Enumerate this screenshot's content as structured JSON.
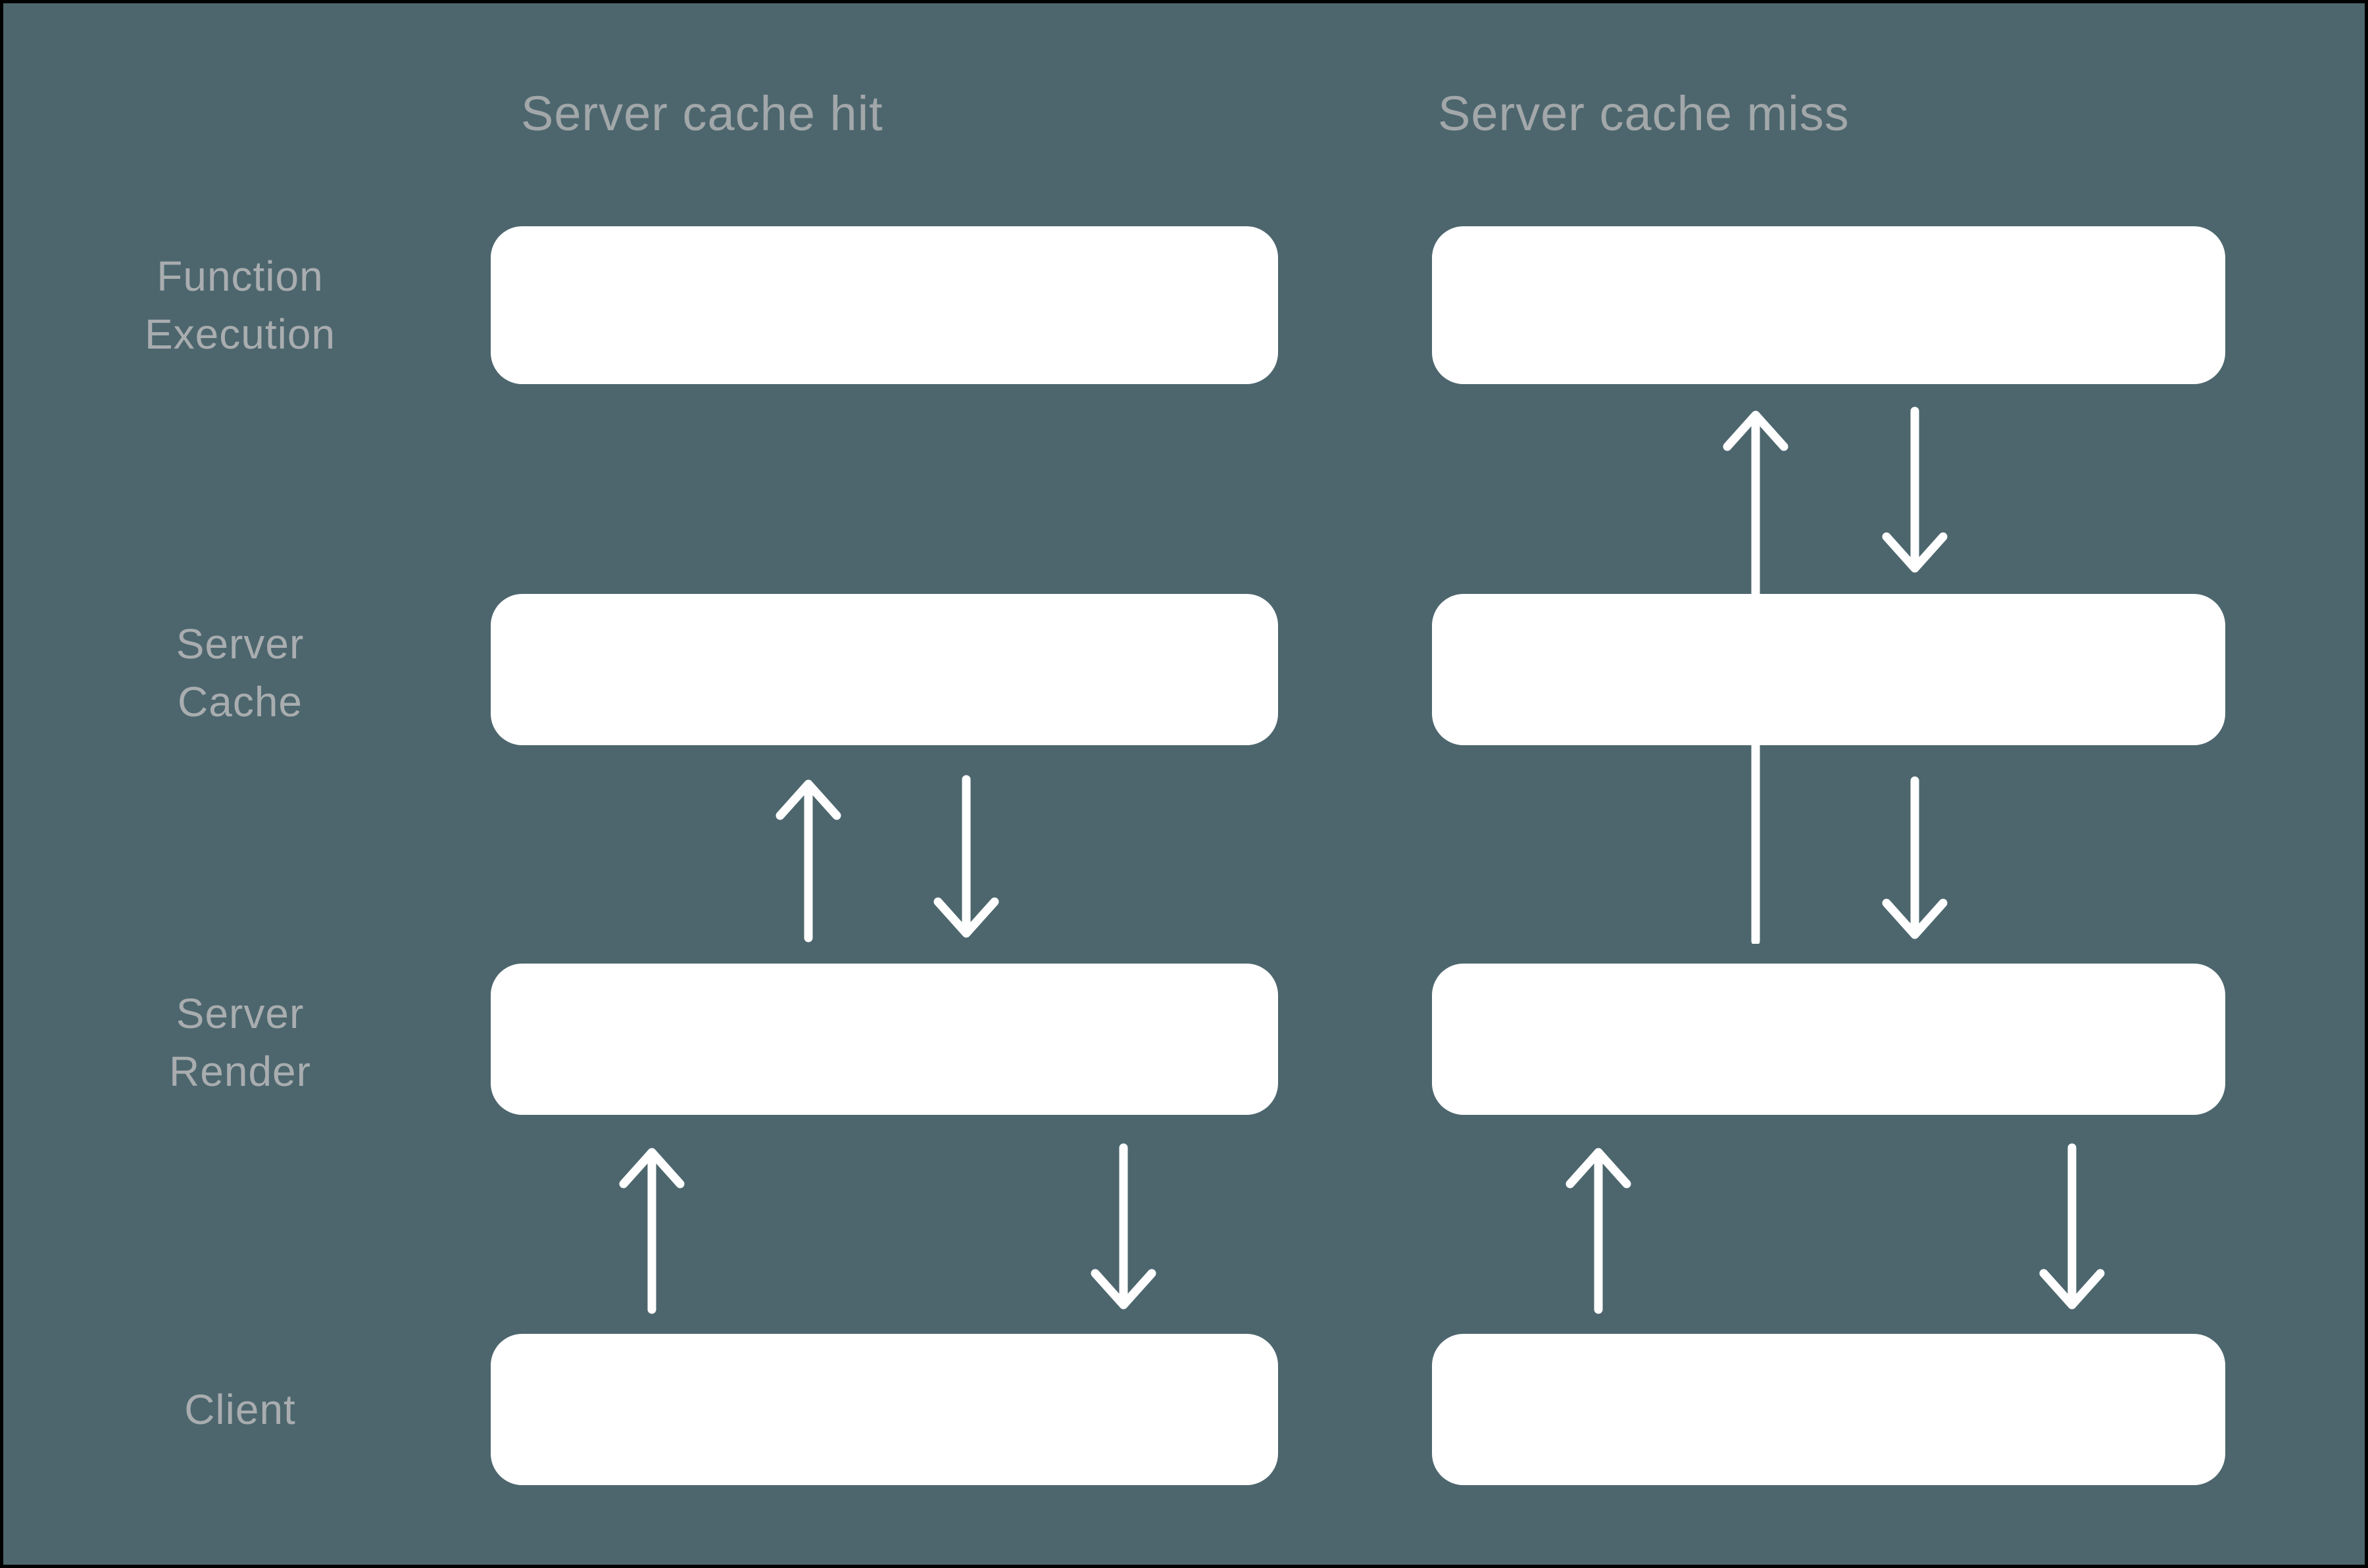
{
  "diagram": {
    "columns": [
      {
        "id": "hit",
        "title": "Server cache hit"
      },
      {
        "id": "miss",
        "title": "Server cache miss"
      }
    ],
    "row_labels": [
      {
        "id": "function-execution",
        "lines": [
          "Function",
          "Execution"
        ]
      },
      {
        "id": "server-cache",
        "lines": [
          "Server",
          "Cache"
        ]
      },
      {
        "id": "server-render",
        "lines": [
          "Server",
          "Render"
        ]
      },
      {
        "id": "client",
        "lines": [
          "Client"
        ]
      }
    ],
    "colors": {
      "background": "#4d666e",
      "box_fill": "#ffffff",
      "label_text": "#a9adaf",
      "title_text": "#a2a7a9",
      "arrow": "#ffffff",
      "border": "#000000"
    }
  }
}
